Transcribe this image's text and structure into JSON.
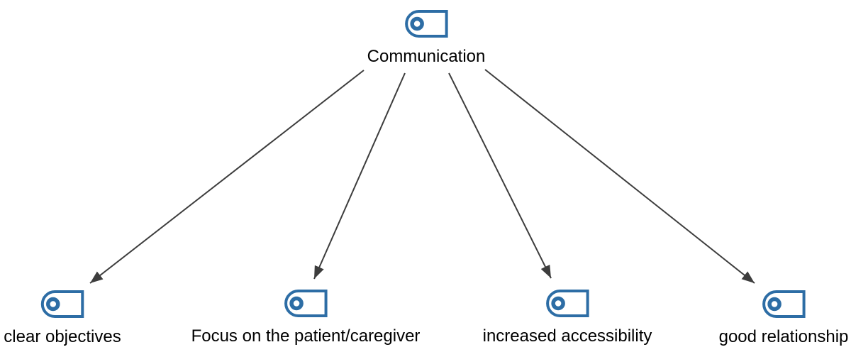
{
  "diagram": {
    "type": "concept-map",
    "root": {
      "label": "Communication",
      "icon": "tag-icon"
    },
    "children": [
      {
        "label": "clear objectives",
        "icon": "tag-icon"
      },
      {
        "label": "Focus on the patient/caregiver",
        "icon": "tag-icon"
      },
      {
        "label": "increased accessibility",
        "icon": "tag-icon"
      },
      {
        "label": "good relationship",
        "icon": "tag-icon"
      }
    ],
    "edges": [
      {
        "from": "Communication",
        "to": "clear objectives"
      },
      {
        "from": "Communication",
        "to": "Focus on the patient/caregiver"
      },
      {
        "from": "Communication",
        "to": "increased accessibility"
      },
      {
        "from": "Communication",
        "to": "good relationship"
      }
    ],
    "colors": {
      "icon_stroke": "#2d6da5",
      "arrow": "#3d3d3d",
      "text": "#000000",
      "background": "#ffffff"
    }
  }
}
